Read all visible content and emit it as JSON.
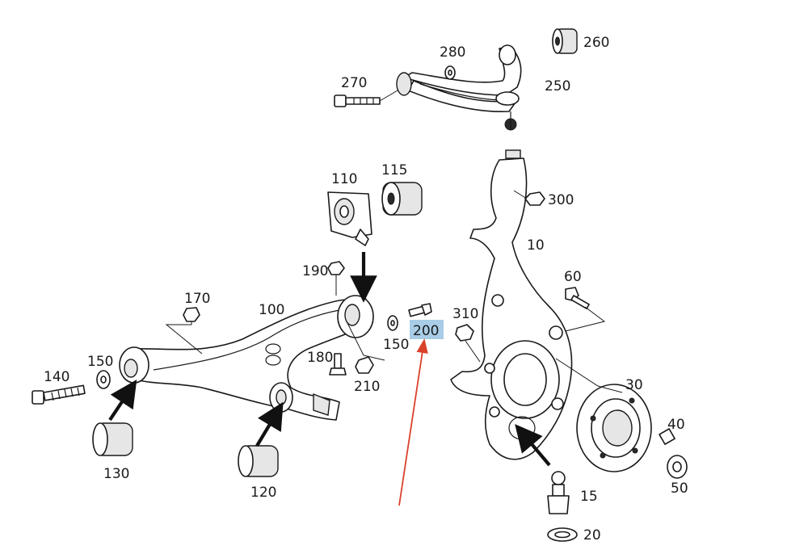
{
  "labels": {
    "l260": "260",
    "l280": "280",
    "l270": "270",
    "l250": "250",
    "l110": "110",
    "l115": "115",
    "l300": "300",
    "l10": "10",
    "l190": "190",
    "l170": "170",
    "l100": "100",
    "l60": "60",
    "l310": "310",
    "l200": "200",
    "l150a": "150",
    "l150b": "150",
    "l180": "180",
    "l140": "140",
    "l210": "210",
    "l30": "30",
    "l40": "40",
    "l130": "130",
    "l120": "120",
    "l50": "50",
    "l15": "15",
    "l20": "20"
  },
  "highlight": {
    "label": "200",
    "fill": "#a9cde6"
  },
  "pointer_color": "#d9412b"
}
